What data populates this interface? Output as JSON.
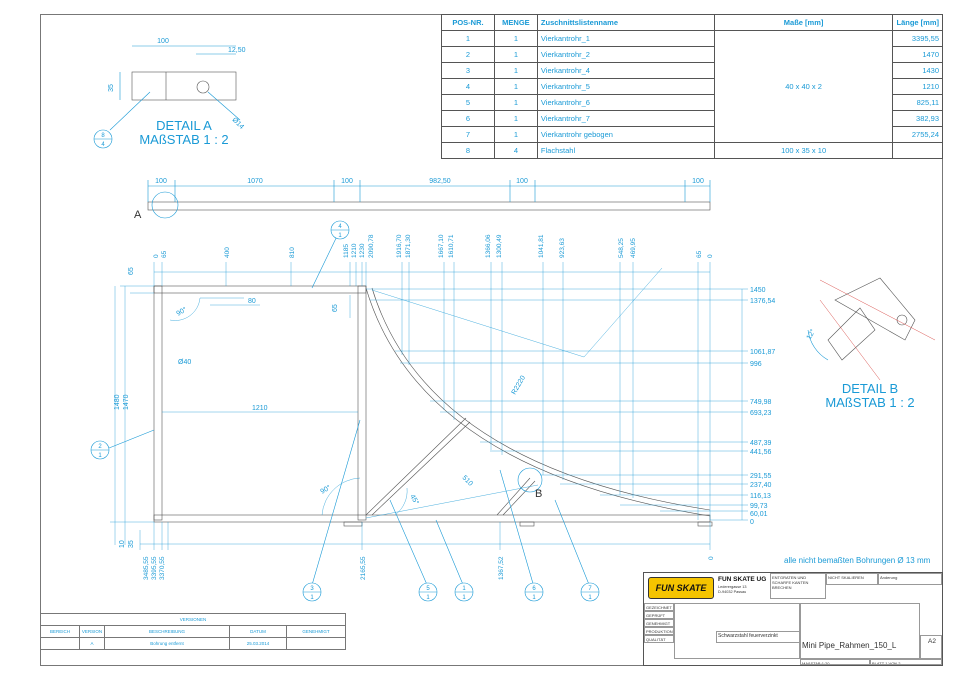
{
  "parts_table": {
    "headers": [
      "POS-NR.",
      "MENGE",
      "Zuschnittslistenname",
      "Maße [mm]",
      "Länge [mm]"
    ],
    "rows": [
      {
        "pos": "1",
        "qty": "1",
        "name": "Vierkantrohr_1",
        "length": "3395,55"
      },
      {
        "pos": "2",
        "qty": "1",
        "name": "Vierkantrohr_2",
        "length": "1470"
      },
      {
        "pos": "3",
        "qty": "1",
        "name": "Vierkantrohr_4",
        "length": "1430"
      },
      {
        "pos": "4",
        "qty": "1",
        "name": "Vierkantrohr_5",
        "length": "1210"
      },
      {
        "pos": "5",
        "qty": "1",
        "name": "Vierkantrohr_6",
        "length": "825,11"
      },
      {
        "pos": "6",
        "qty": "1",
        "name": "Vierkantrohr_7",
        "length": "382,93"
      },
      {
        "pos": "7",
        "qty": "1",
        "name": "Vierkantrohr gebogen",
        "length": "2755,24"
      },
      {
        "pos": "8",
        "qty": "4",
        "name": "Flachstahl",
        "length": ""
      }
    ],
    "dims_merged": "40 x 40 x 2",
    "dims_row8": "100 x 35 x 10"
  },
  "detail_a": {
    "title": "DETAIL A",
    "scale": "MAßSTAB 1 : 2",
    "dim_100": "100",
    "dim_1250": "12,50",
    "dim_35": "35",
    "dim_d14": "Ø14",
    "balloon_top": "8",
    "balloon_bottom": "4"
  },
  "detail_b": {
    "title": "DETAIL B",
    "scale": "MAßSTAB 1 : 2",
    "dim_12": "12°"
  },
  "top_view": {
    "dims": [
      "100",
      "1070",
      "100",
      "982,50",
      "100",
      "100"
    ],
    "label": "A"
  },
  "main_view": {
    "top_dims": [
      "0",
      "65",
      "400",
      "810",
      "1185",
      "1210",
      "1230",
      "2090,78",
      "1916,70",
      "1871,30",
      "1667,10",
      "1610,71",
      "1366,06",
      "1300,49",
      "1041,81",
      "923,63",
      "548,25",
      "469,95",
      "65",
      "0"
    ],
    "right_dims": [
      "1450",
      "1376,54",
      "1061,87",
      "996",
      "749,98",
      "693,23",
      "487,39",
      "441,56",
      "291,55",
      "237,40",
      "116,13",
      "99,73",
      "60,01",
      "0"
    ],
    "bottom_dims": [
      "3485,55",
      "3395,55",
      "3370,55",
      "2165,55",
      "1367,52",
      "0"
    ],
    "left_dims": [
      "65",
      "1480",
      "1470",
      "10",
      "35"
    ],
    "inner_dims": {
      "d80": "80",
      "d65": "65",
      "a90": "90°",
      "d40": "Ø40",
      "d1210": "1210",
      "a90b": "90°",
      "a45": "45°",
      "d510": "510",
      "r2220": "R2220"
    },
    "label_b": "B",
    "balloons": [
      {
        "top": "4",
        "bottom": "1"
      },
      {
        "top": "2",
        "bottom": "1"
      },
      {
        "top": "3",
        "bottom": "1"
      },
      {
        "top": "5",
        "bottom": "1"
      },
      {
        "top": "1",
        "bottom": "1"
      },
      {
        "top": "6",
        "bottom": "1"
      },
      {
        "top": "7",
        "bottom": "1"
      }
    ]
  },
  "note": "alle nicht bemaßten Bohrungen Ø 13 mm",
  "revision_table": {
    "title": "VERSIONEN",
    "headers": [
      "BEREICH",
      "VERSION",
      "BESCHREIBUNG",
      "DATUM",
      "GENEHMIGT"
    ],
    "row": {
      "area": "",
      "version": "A",
      "description": "Bohrung entfernt",
      "date": "25.03.2014",
      "approved": ""
    }
  },
  "title_block": {
    "logo": "FUN SKATE",
    "company": "FUN SKATE UG",
    "address": [
      "Lederergasse 13",
      "D-94032 Passau"
    ],
    "small_notes": [
      "ENTGRATEN UND SCHARFE KANTEN BRECHEN",
      "NICHT SKALIEREN"
    ],
    "rev_label": "Änderung",
    "rows": [
      "GEZEICHNET",
      "GEPRÜFT",
      "GENEHMIGT",
      "PRODUKTION",
      "QUALITÄT"
    ],
    "material_label": "Schwarzstahl feuerverzinkt",
    "drawing_name": "Mini Pipe_Rahmen_150_L",
    "format": "A2",
    "scale": "MAßSTAB:1:20",
    "sheet": "BLATT 1 VON 2",
    "colors": {
      "line": "#1a9ad6",
      "frame": "#555555",
      "logo": "#f5c400"
    }
  }
}
